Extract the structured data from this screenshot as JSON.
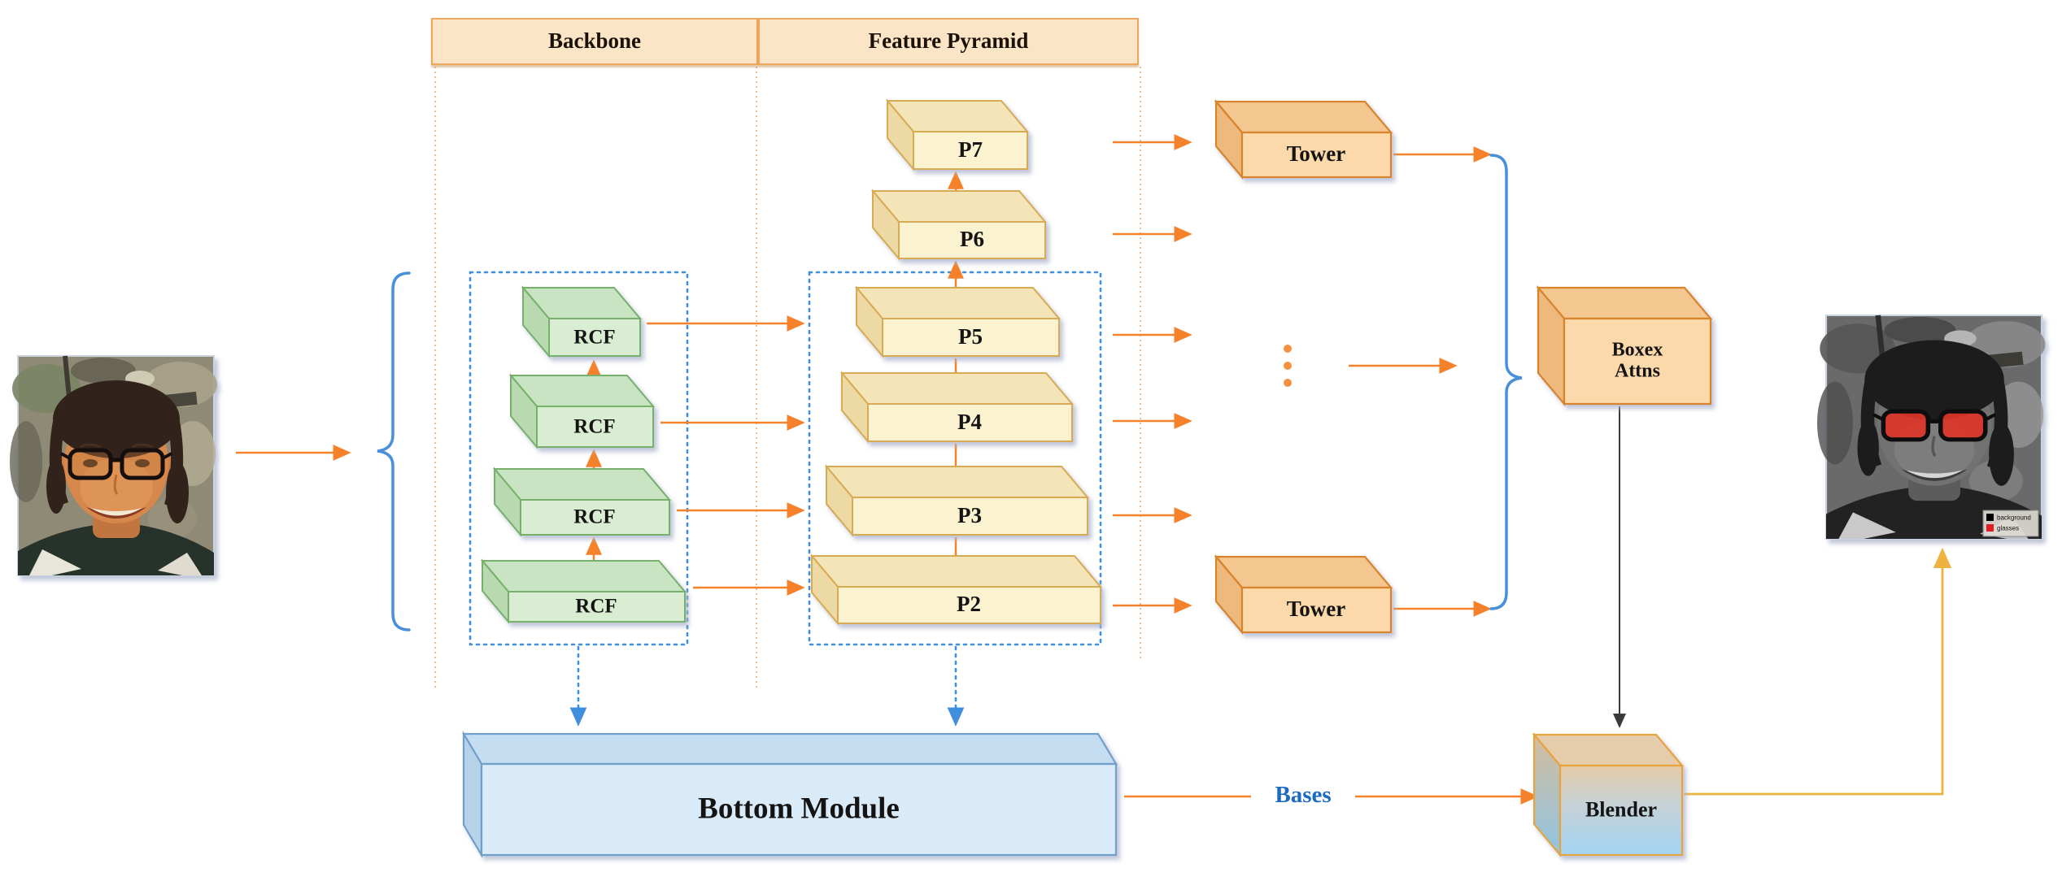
{
  "palette": {
    "arrow_orange": "#F5822A",
    "dotted_guide_orange": "#F6B98C",
    "dashed_box_blue": "#3F8FDD",
    "brace_blue": "#4A90D9",
    "header_fill": "#FCE5C6",
    "header_border": "#EDA85E",
    "rcf_front": "#D9EDD3",
    "rcf_edge": "#76B06A",
    "pyramid_front": "#FBF2D0",
    "pyramid_edge": "#D8AA52",
    "tower_front": "#FCD9AB",
    "tower_edge": "#D9832C",
    "bottom_module_front": "#D9EAF8",
    "bottom_module_edge": "#6F9FCB",
    "blender_top_color": "#E3CBA8",
    "blender_bottom_color": "#A2D4F2",
    "bases_text_blue": "#1C6BC0",
    "output_path_yellow": "#EEB240",
    "black_line": "#3A3A3A",
    "legend_background_swatch": "#000000",
    "legend_glasses_swatch": "#E01B24"
  },
  "header": {
    "backbone_label": "Backbone",
    "feature_pyramid_label": "Feature Pyramid"
  },
  "backbone": {
    "block_labels": [
      "RCF",
      "RCF",
      "RCF",
      "RCF"
    ]
  },
  "feature_pyramid": {
    "level_labels": [
      "P7",
      "P6",
      "P5",
      "P4",
      "P3",
      "P2"
    ]
  },
  "prediction_heads": {
    "tower_top_label": "Tower",
    "tower_bottom_label": "Tower",
    "boxes_attns_label": "Boxex Attns"
  },
  "bottom_branch": {
    "bottom_module_label": "Bottom Module",
    "bases_label": "Bases",
    "blender_label": "Blender"
  },
  "output_image": {
    "legend": {
      "background_label": "background",
      "glasses_label": "glasses"
    }
  }
}
